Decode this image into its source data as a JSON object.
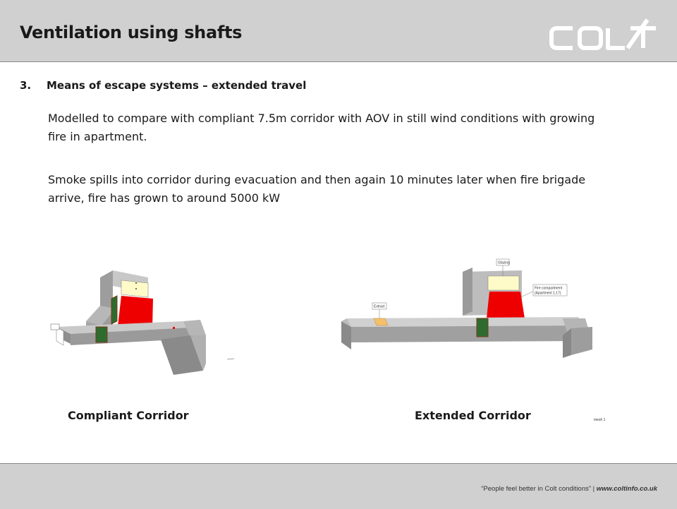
{
  "header": {
    "title": "Ventilation using shafts",
    "logo_text": "COLT"
  },
  "section": {
    "number": "3.",
    "heading": "Means of escape systems – extended travel"
  },
  "body": {
    "paragraph_1": "Modelled to compare with compliant 7.5m corridor with AOV in still wind conditions with growing fire in apartment.",
    "paragraph_2": "Smoke spills into corridor during evacuation and then again 10 minutes later when fire brigade arrive, fire has grown to around 5000 kW"
  },
  "figures": {
    "left_caption": "Compliant Corridor",
    "right_caption": "Extended Corridor",
    "right_labels": {
      "glazing": "Glazing",
      "fire_compartment_line1": "Fire compartment",
      "fire_compartment_line2": "(Apartment 1.17)",
      "extract": "Extract",
      "mark": "mesh 1"
    }
  },
  "footer": {
    "tagline": "“People feel better in Colt conditions”",
    "separator": "|",
    "url": "www.coltinfo.co.uk"
  },
  "colors": {
    "header_bg": "#d0d0d0",
    "fire_red": "#ee0000",
    "door_green": "#2e6b2e",
    "glazing_yellow": "#fffbc8",
    "extract_orange": "#f5c06a"
  }
}
